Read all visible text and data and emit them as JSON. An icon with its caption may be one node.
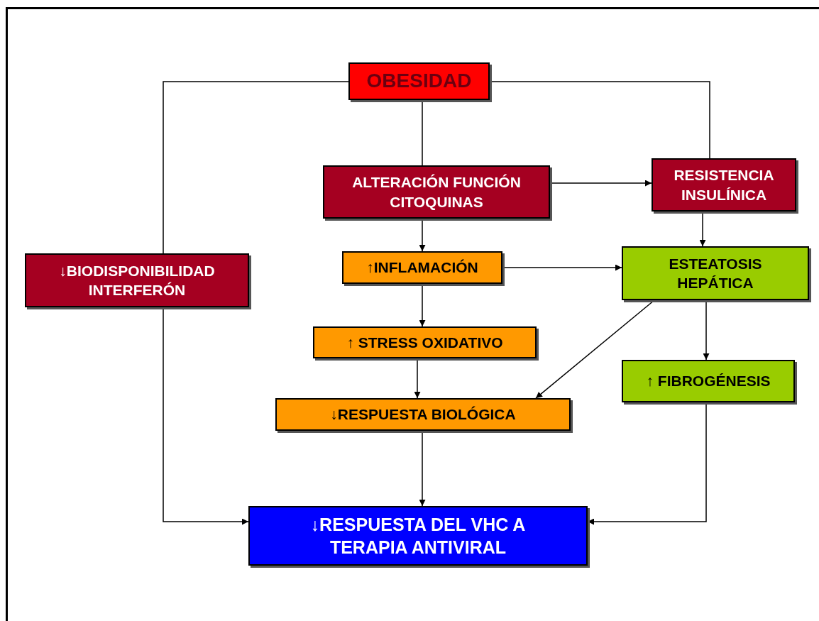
{
  "diagram": {
    "nodes": [
      {
        "text": [
          "OBESIDAD"
        ]
      },
      {
        "text": [
          "ALTERACIÓN FUNCIÓN CITOQUINAS"
        ]
      },
      {
        "text": [
          "RESISTENCIA INSULÍNICA"
        ]
      },
      {
        "text": [
          "↓BIODISPONIBILIDAD INTERFERÓN"
        ]
      },
      {
        "text": [
          "↑INFLAMACIÓN"
        ]
      },
      {
        "text": [
          "ESTEATOSIS HEPÁTICA"
        ]
      },
      {
        "text": [
          "↑ STRESS OXIDATIVO"
        ]
      },
      {
        "text": [
          "↑ FIBROGÉNESIS"
        ]
      },
      {
        "text": [
          "↓RESPUESTA BIOLÓGICA"
        ]
      },
      {
        "text": [
          "↓RESPUESTA DEL VHC A TERAPIA ANTIVIRAL"
        ]
      }
    ],
    "edges": [
      {
        "from": 0,
        "to": 3,
        "arrow": "none"
      },
      {
        "from": 0,
        "to": 1,
        "arrow": "none"
      },
      {
        "from": 0,
        "to": 2,
        "arrow": "none"
      },
      {
        "from": 1,
        "to": 2,
        "arrow": "to"
      },
      {
        "from": 1,
        "to": 4,
        "arrow": "to"
      },
      {
        "from": 2,
        "to": 5,
        "arrow": "to"
      },
      {
        "from": 4,
        "to": 5,
        "arrow": "to"
      },
      {
        "from": 4,
        "to": 6,
        "arrow": "to"
      },
      {
        "from": 6,
        "to": 8,
        "arrow": "to"
      },
      {
        "from": 5,
        "to": 8,
        "arrow": "to"
      },
      {
        "from": 5,
        "to": 7,
        "arrow": "to"
      },
      {
        "from": 8,
        "to": 9,
        "arrow": "to"
      },
      {
        "from": 3,
        "to": 9,
        "arrow": "to"
      },
      {
        "from": 7,
        "to": 9,
        "arrow": "to"
      }
    ]
  }
}
